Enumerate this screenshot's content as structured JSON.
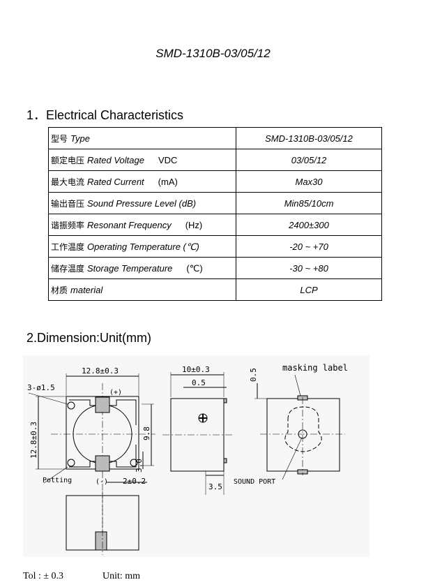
{
  "title": "SMD-1310B-03/05/12",
  "section1": {
    "heading": "1．Electrical Characteristics",
    "rows": [
      {
        "zh": "型号",
        "en": "Type",
        "unit": "",
        "value": "SMD-1310B-03/05/12"
      },
      {
        "zh": "额定电压",
        "en": "Rated Voltage",
        "unit": "VDC",
        "value": "03/05/12"
      },
      {
        "zh": "最大电流",
        "en": "Rated Current",
        "unit": "(mA)",
        "value": "Max30"
      },
      {
        "zh": "输出音压",
        "en": "Sound Pressure Level (dB)",
        "unit": "",
        "value": "Min85/10cm"
      },
      {
        "zh": "谐振频率",
        "en": "Resonant Frequency",
        "unit": "(Hz)",
        "value": "2400±300"
      },
      {
        "zh": "工作温度",
        "en": "Operating Temperature (℃)",
        "unit": "",
        "value": "-20 ~ +70"
      },
      {
        "zh": "储存温度",
        "en": "Storage Temperature",
        "unit": "(℃)",
        "value": "-30 ~ +80"
      },
      {
        "zh": "材质",
        "en": "material",
        "unit": "",
        "value": "LCP"
      }
    ]
  },
  "section2": {
    "heading": "2.Dimension:Unit(mm)",
    "drawing_labels": {
      "width_top": "12.8±0.3",
      "holes": "3-ø1.5",
      "plus": "(+)",
      "minus": "(-)",
      "height_left": "12.8±0.3",
      "inner_height": "9.8",
      "bottom_offset": "3.0",
      "pad_spacing": "2±0.2",
      "potting": "Potting",
      "side_width": "10±0.3",
      "side_inner": "0.5",
      "side_bottom": "3.5",
      "right_top": "0.5",
      "masking_label": "masking label",
      "sound_port": "SOUND PORT"
    }
  },
  "footer": {
    "tol": "Tol : ± 0.3",
    "unit": "Unit: mm"
  }
}
